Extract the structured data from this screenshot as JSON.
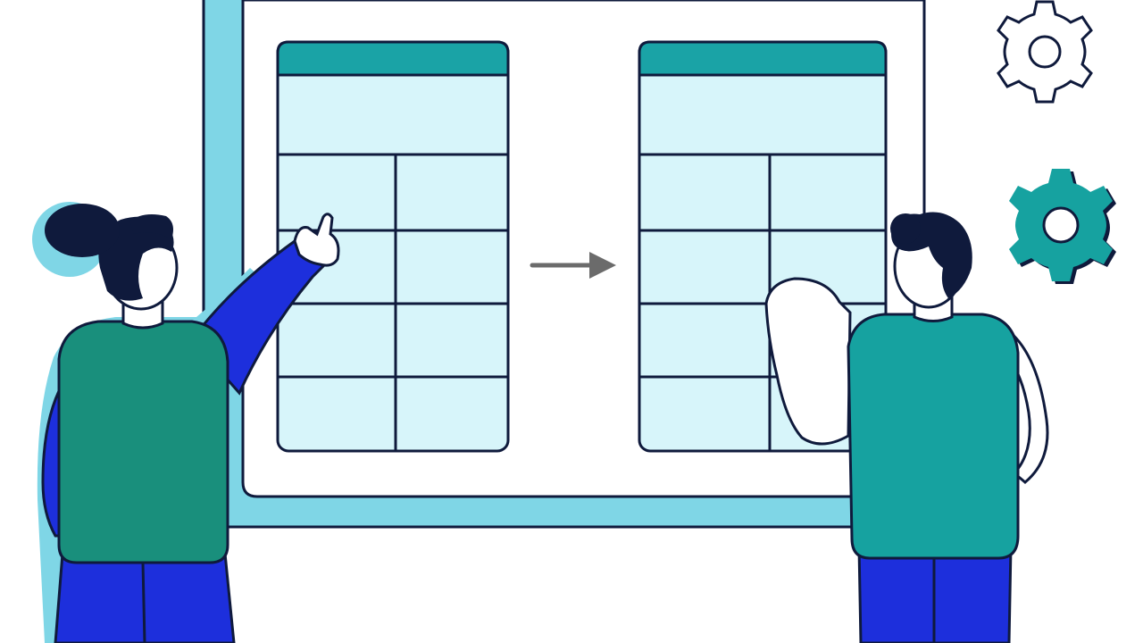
{
  "colors": {
    "outline": "#0f1a3c",
    "board_frame": "#7fd6e6",
    "board_panel": "#ffffff",
    "table_fill": "#d7f5fa",
    "table_header": "#1aa3a6",
    "arrow": "#6b6b6b",
    "shirt_left": "#198f7c",
    "shirt_right": "#16a2a0",
    "pants": "#1d2fdc",
    "sleeve": "#1d2fdc",
    "hair": "#0f1a3c",
    "shadow": "#7fd6e6",
    "gear_filled": "#16a2a0",
    "paper": "#ffffff"
  },
  "illustration": {
    "tables": [
      {
        "name": "source-table",
        "rows": 5,
        "split_columns": 2
      },
      {
        "name": "target-table",
        "rows": 5,
        "split_columns": 2
      }
    ],
    "arrow_direction": "right",
    "icons": [
      "gear-outline-icon",
      "gear-filled-icon",
      "arrow-right-icon"
    ]
  }
}
